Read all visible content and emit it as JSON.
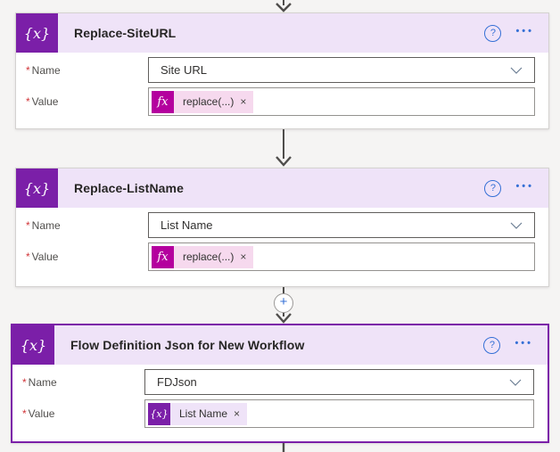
{
  "icons": {
    "variable_glyph": "{x}",
    "help_glyph": "?",
    "menu_glyph": "•••",
    "close_glyph": "×",
    "required_glyph": "*",
    "add_glyph": "+"
  },
  "cards": [
    {
      "title": "Replace-SiteURL",
      "state": "",
      "fields": {
        "name": {
          "label": "Name",
          "value": "Site URL"
        },
        "value": {
          "label": "Value",
          "chip": {
            "variant": "expression",
            "icon_text": "fx",
            "label": "replace(...)"
          }
        }
      }
    },
    {
      "title": "Replace-ListName",
      "state": "",
      "fields": {
        "name": {
          "label": "Name",
          "value": "List Name"
        },
        "value": {
          "label": "Value",
          "chip": {
            "variant": "expression",
            "icon_text": "fx",
            "label": "replace(...)"
          }
        }
      }
    },
    {
      "title": "Flow Definition Json for New Workflow",
      "state": "selected",
      "fields": {
        "name": {
          "label": "Name",
          "value": "FDJson"
        },
        "value": {
          "label": "Value",
          "chip": {
            "variant": "variable",
            "icon_text": "{x}",
            "label": "List Name"
          }
        }
      }
    }
  ]
}
